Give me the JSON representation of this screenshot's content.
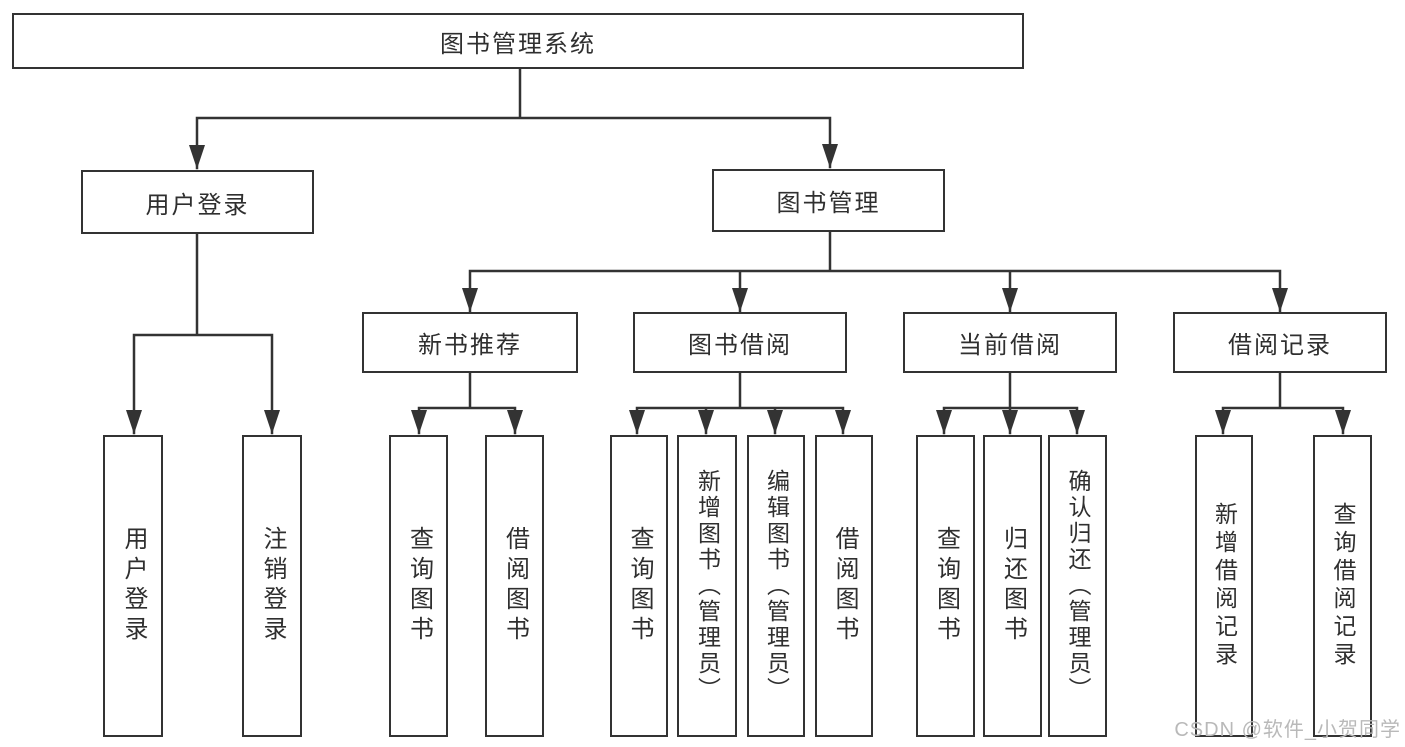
{
  "diagram": {
    "type": "hierarchy-tree",
    "colors": {
      "line": "#333333",
      "box_border": "#333333",
      "box_fill": "#ffffff",
      "text": "#2f2f2f",
      "watermark": "#b9b9b9",
      "background": "#ffffff"
    },
    "nodes": {
      "root": "图书管理系统",
      "user_login": "用户登录",
      "book_management": "图书管理",
      "new_book_recommendation": "新书推荐",
      "book_borrowing": "图书借阅",
      "current_borrowing": "当前借阅",
      "borrowing_records": "借阅记录",
      "leaves": {
        "user_login": "用户登录",
        "logout": "注销登录",
        "recommend_query_books": "查询图书",
        "recommend_borrow_books": "借阅图书",
        "borrowing_query_books": "查询图书",
        "borrowing_add_books": "新增图书（管理员）",
        "borrowing_edit_books": "编辑图书（管理员）",
        "borrowing_borrow_books": "借阅图书",
        "current_query_books": "查询图书",
        "current_return_books": "归还图书",
        "current_confirm_return": "确认归还（管理员）",
        "records_add_record": "新增借阅记录",
        "records_query_record": "查询借阅记录"
      }
    },
    "hierarchy": {
      "图书管理系统": {
        "用户登录": [
          "用户登录",
          "注销登录"
        ],
        "图书管理": {
          "新书推荐": [
            "查询图书",
            "借阅图书"
          ],
          "图书借阅": [
            "查询图书",
            "新增图书（管理员）",
            "编辑图书（管理员）",
            "借阅图书"
          ],
          "当前借阅": [
            "查询图书",
            "归还图书",
            "确认归还（管理员）"
          ],
          "借阅记录": [
            "新增借阅记录",
            "查询借阅记录"
          ]
        }
      }
    }
  },
  "watermark": "CSDN @软件_小贺同学"
}
